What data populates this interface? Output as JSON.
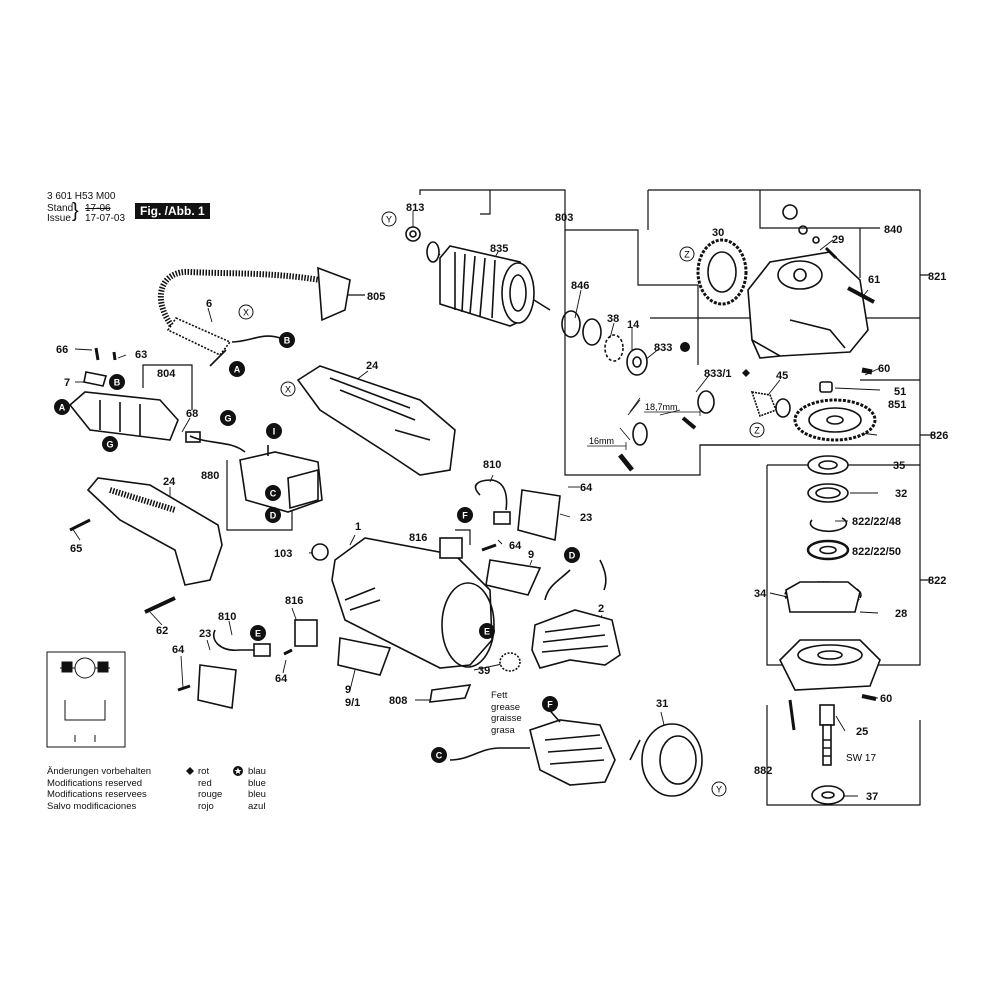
{
  "header": {
    "doc_number": "3 601 H53 M00",
    "stand_label": "Stand",
    "issue_label": "Issue",
    "stand_date": "17-06",
    "issue_date": "17-07-03",
    "figure_label": "Fig. /Abb. 1"
  },
  "notes": {
    "changes": [
      "Änderungen vorbehalten",
      "Modifications reserved",
      "Modifications reservees",
      "Salvo modificaciones"
    ],
    "red": [
      "rot",
      "red",
      "rouge",
      "rojo"
    ],
    "blue": [
      "blau",
      "blue",
      "bleu",
      "azul"
    ],
    "grease": [
      "Fett",
      "grease",
      "graisse",
      "grasa"
    ],
    "dim_18": "18,7mm",
    "dim_16": "16mm",
    "sw": "SW 17"
  },
  "parts": {
    "p813": "813",
    "p803": "803",
    "p835": "835",
    "p846": "846",
    "p38": "38",
    "p14": "14",
    "p833": "833",
    "p833_1": "833/1",
    "p30": "30",
    "p840": "840",
    "p29": "29",
    "p821": "821",
    "p61": "61",
    "p60a": "60",
    "p51": "51",
    "p851": "851",
    "p45": "45",
    "p826": "826",
    "p35": "35",
    "p32": "32",
    "p822_48": "822/22/48",
    "p822_50": "822/22/50",
    "p822": "822",
    "p34": "34",
    "p28": "28",
    "p60b": "60",
    "p25": "25",
    "p882": "882",
    "p37": "37",
    "p805": "805",
    "p6": "6",
    "p66": "66",
    "p63": "63",
    "p7": "7",
    "p804": "804",
    "p68": "68",
    "p24a": "24",
    "p24b": "24",
    "p880": "880",
    "p65": "65",
    "p62": "62",
    "p810a": "810",
    "p64a": "64",
    "p23a": "23",
    "p816a": "816",
    "p64b": "64",
    "p9a": "9",
    "p1": "1",
    "p103": "103",
    "p816b": "816",
    "p810b": "810",
    "p23b": "23",
    "p64c": "64",
    "p64d": "64",
    "p2": "2",
    "p39": "39",
    "p9b": "9",
    "p9_1": "9/1",
    "p808": "808",
    "p31": "31"
  },
  "markers": {
    "X": "X",
    "Y": "Y",
    "Z": "Z",
    "A": "A",
    "B": "B",
    "C": "C",
    "D": "D",
    "E": "E",
    "F": "F",
    "G": "G",
    "I": "I"
  }
}
